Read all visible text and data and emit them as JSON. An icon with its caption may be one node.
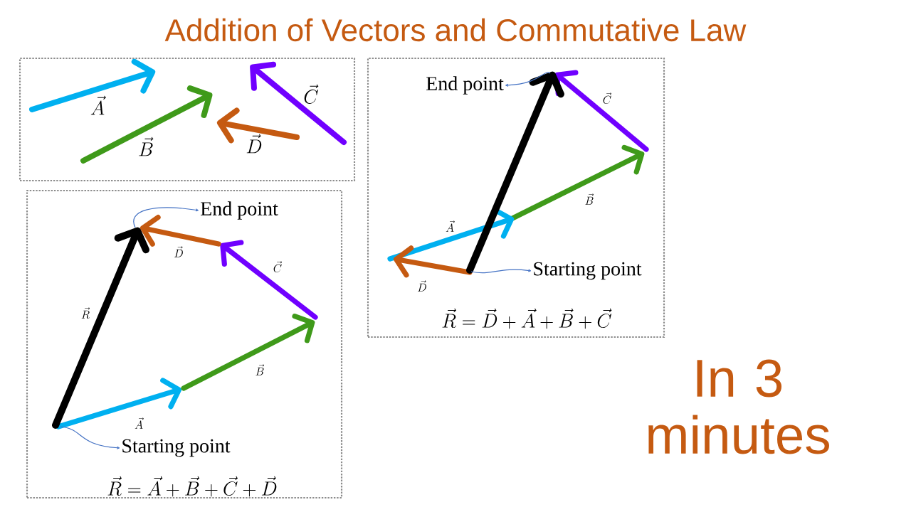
{
  "diagram": {
    "title": "Addition of Vectors and Commutative Law",
    "nodes": [
      {
        "text": [],
        "shape": "box"
      },
      {
        "text": [],
        "shape": "box"
      },
      {
        "text": [],
        "shape": "box"
      },
      {
        "text": [
          "End point"
        ],
        "in": 1
      },
      {
        "text": [
          "Starting point"
        ],
        "in": 1
      },
      {
        "text": [
          "End point"
        ],
        "in": 2
      },
      {
        "text": [
          "Starting point"
        ],
        "in": 2
      }
    ],
    "edges": [
      {
        "from": null,
        "to": 3,
        "arrow": "to"
      },
      {
        "from": null,
        "to": 4,
        "arrow": "to"
      },
      {
        "from": null,
        "to": 5,
        "arrow": "to"
      },
      {
        "from": null,
        "to": 6,
        "arrow": "to"
      }
    ],
    "labels": [
      "\\vec{A}",
      "\\vec{C}",
      "\\vec{B}",
      "\\vec{D}",
      "\\vec{C}",
      "\\vec{B}",
      "\\vec{A}",
      "\\vec{D}",
      "\\vec{R} = \\vec{D} + \\vec{A} + \\vec{B} +\\vec{C}",
      "\\vec{D}",
      "\\vec{C}",
      "\\vec{R}",
      "\\vec{B}",
      "\\vec{A}",
      "\\vec{R} = \\vec{A} + \\vec{B} + \\vec{C} + \\vec{D}",
      "In 3 minutes"
    ]
  }
}
